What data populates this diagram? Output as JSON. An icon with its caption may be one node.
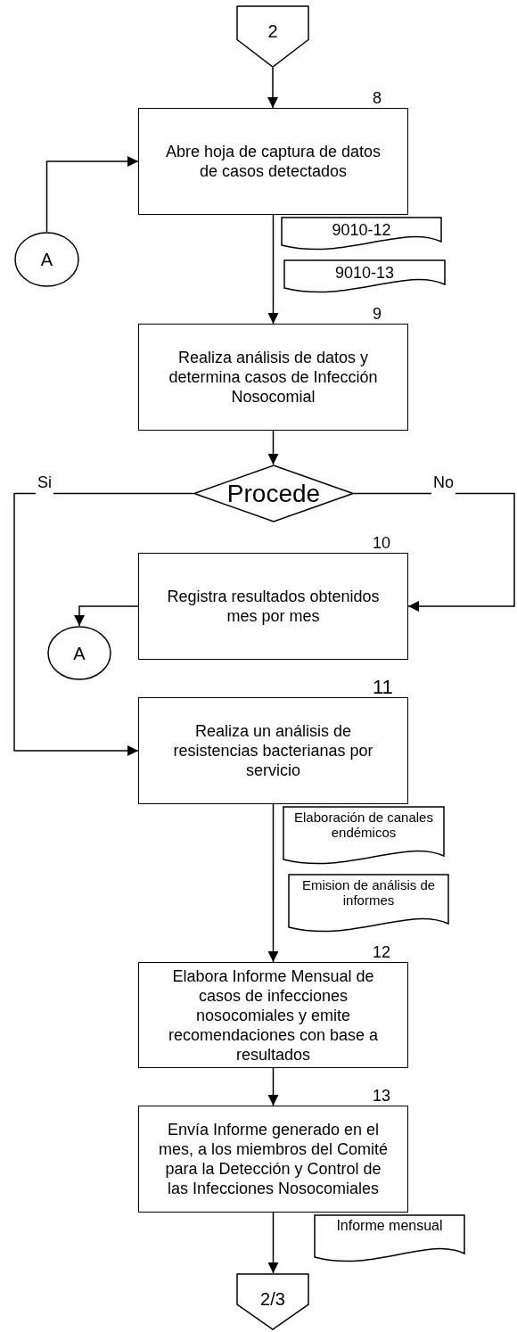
{
  "diagram": {
    "nodes": [
      {
        "text": [
          "2"
        ]
      },
      {
        "text": [
          "Abre hoja de captura de datos  de casos detectados"
        ],
        "beside": [
          "8"
        ]
      },
      {
        "text": [
          "9010-12"
        ]
      },
      {
        "text": [
          "9010-13"
        ]
      },
      {
        "text": [
          "A"
        ]
      },
      {
        "text": [
          "Realiza análisis de datos y determina casos de Infección Nosocomial"
        ],
        "beside": [
          "9"
        ]
      },
      {
        "text": [
          "Procede"
        ]
      },
      {
        "text": [
          "Registra resultados obtenidos mes por mes"
        ],
        "beside": [
          "10"
        ]
      },
      {
        "text": [
          "A"
        ]
      },
      {
        "text": [
          "Realiza un análisis  de resistencias bacterianas por servicio"
        ],
        "beside": [
          "11"
        ]
      },
      {
        "text": [
          "Elaboración de canales endémicos"
        ]
      },
      {
        "text": [
          "Emision de análisis de informes"
        ]
      },
      {
        "text": [
          "Elabora Informe Mensual de casos de infecciones nosocomiales y emite recomendaciones con base a resultados"
        ],
        "beside": [
          "12"
        ]
      },
      {
        "text": [
          "Envía Informe generado en el mes, a los miembros del Comité para la Detección y Control de las Infecciones Nosocomiales"
        ],
        "beside": [
          "13"
        ]
      },
      {
        "text": [
          "Informe mensual"
        ]
      },
      {
        "text": [
          "2/3"
        ]
      }
    ],
    "edges": [
      {
        "from": 0,
        "to": 1,
        "arrow": "to"
      },
      {
        "from": 4,
        "to": 1,
        "arrow": "to"
      },
      {
        "from": 1,
        "to": 5,
        "arrow": "to"
      },
      {
        "from": 5,
        "to": 6,
        "arrow": "to"
      },
      {
        "from": 6,
        "to": 9,
        "arrow": "to",
        "label": "Si"
      },
      {
        "from": 6,
        "to": 7,
        "arrow": "to",
        "label": "No"
      },
      {
        "from": 7,
        "to": 8,
        "arrow": "to"
      },
      {
        "from": 9,
        "to": 12,
        "arrow": "to"
      },
      {
        "from": 12,
        "to": 13,
        "arrow": "to"
      },
      {
        "from": 13,
        "to": 15,
        "arrow": "to"
      }
    ]
  }
}
